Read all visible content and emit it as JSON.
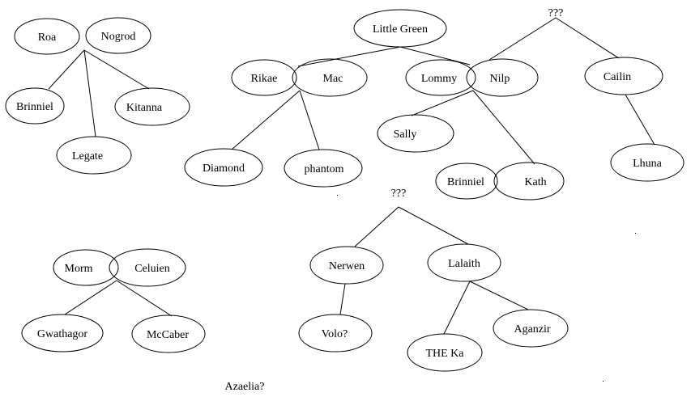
{
  "diagram": {
    "background": "#ffffff",
    "stroke": "#000000",
    "nodes": {
      "roa": "Roa",
      "nogrod": "Nogrod",
      "brinniel_1": "Brinniel",
      "kitanna": "Kitanna",
      "legate": "Legate",
      "little_green": "Little Green",
      "rikae": "Rikae",
      "mac": "Mac",
      "lommy": "Lommy",
      "nilp": "Nilp",
      "diamond": "Diamond",
      "phantom": "phantom",
      "sally": "Sally",
      "brinniel_2": "Brinniel",
      "kath": "Kath",
      "unknown_1": "???",
      "cailin": "Cailin",
      "lhuna": "Lhuna",
      "unknown_2": "???",
      "nerwen": "Nerwen",
      "lalaith": "Lalaith",
      "volo": "Volo?",
      "the_ka": "THE Ka",
      "aganzir": "Aganzir",
      "morm": "Morm",
      "celuien": "Celuien",
      "gwathagor": "Gwathagor",
      "mccaber": "McCaber",
      "azaelia": "Azaelia?"
    }
  }
}
